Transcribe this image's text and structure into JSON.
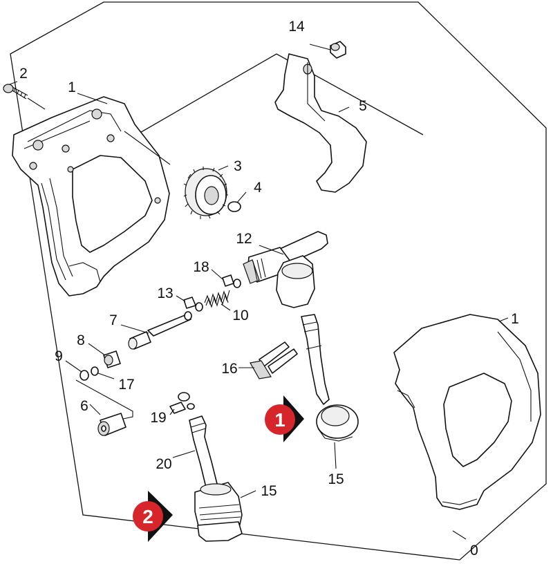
{
  "part_labels": {
    "p0": "0",
    "p1_top": "1",
    "p1_right": "1",
    "p2": "2",
    "p3": "3",
    "p4": "4",
    "p5": "5",
    "p6": "6",
    "p7": "7",
    "p8": "8",
    "p9": "9",
    "p10": "10",
    "p12": "12",
    "p13": "13",
    "p14": "14",
    "p15_mid": "15",
    "p15_bottom": "15",
    "p16": "16",
    "p17": "17",
    "p18": "18",
    "p19": "19",
    "p20": "20"
  },
  "variant_badges": {
    "badge1": "1",
    "badge2": "2"
  },
  "colors": {
    "badge_red": "#d7262b",
    "badge_arrow": "#111111",
    "line": "#111111",
    "shade": "#d9d9d9"
  }
}
